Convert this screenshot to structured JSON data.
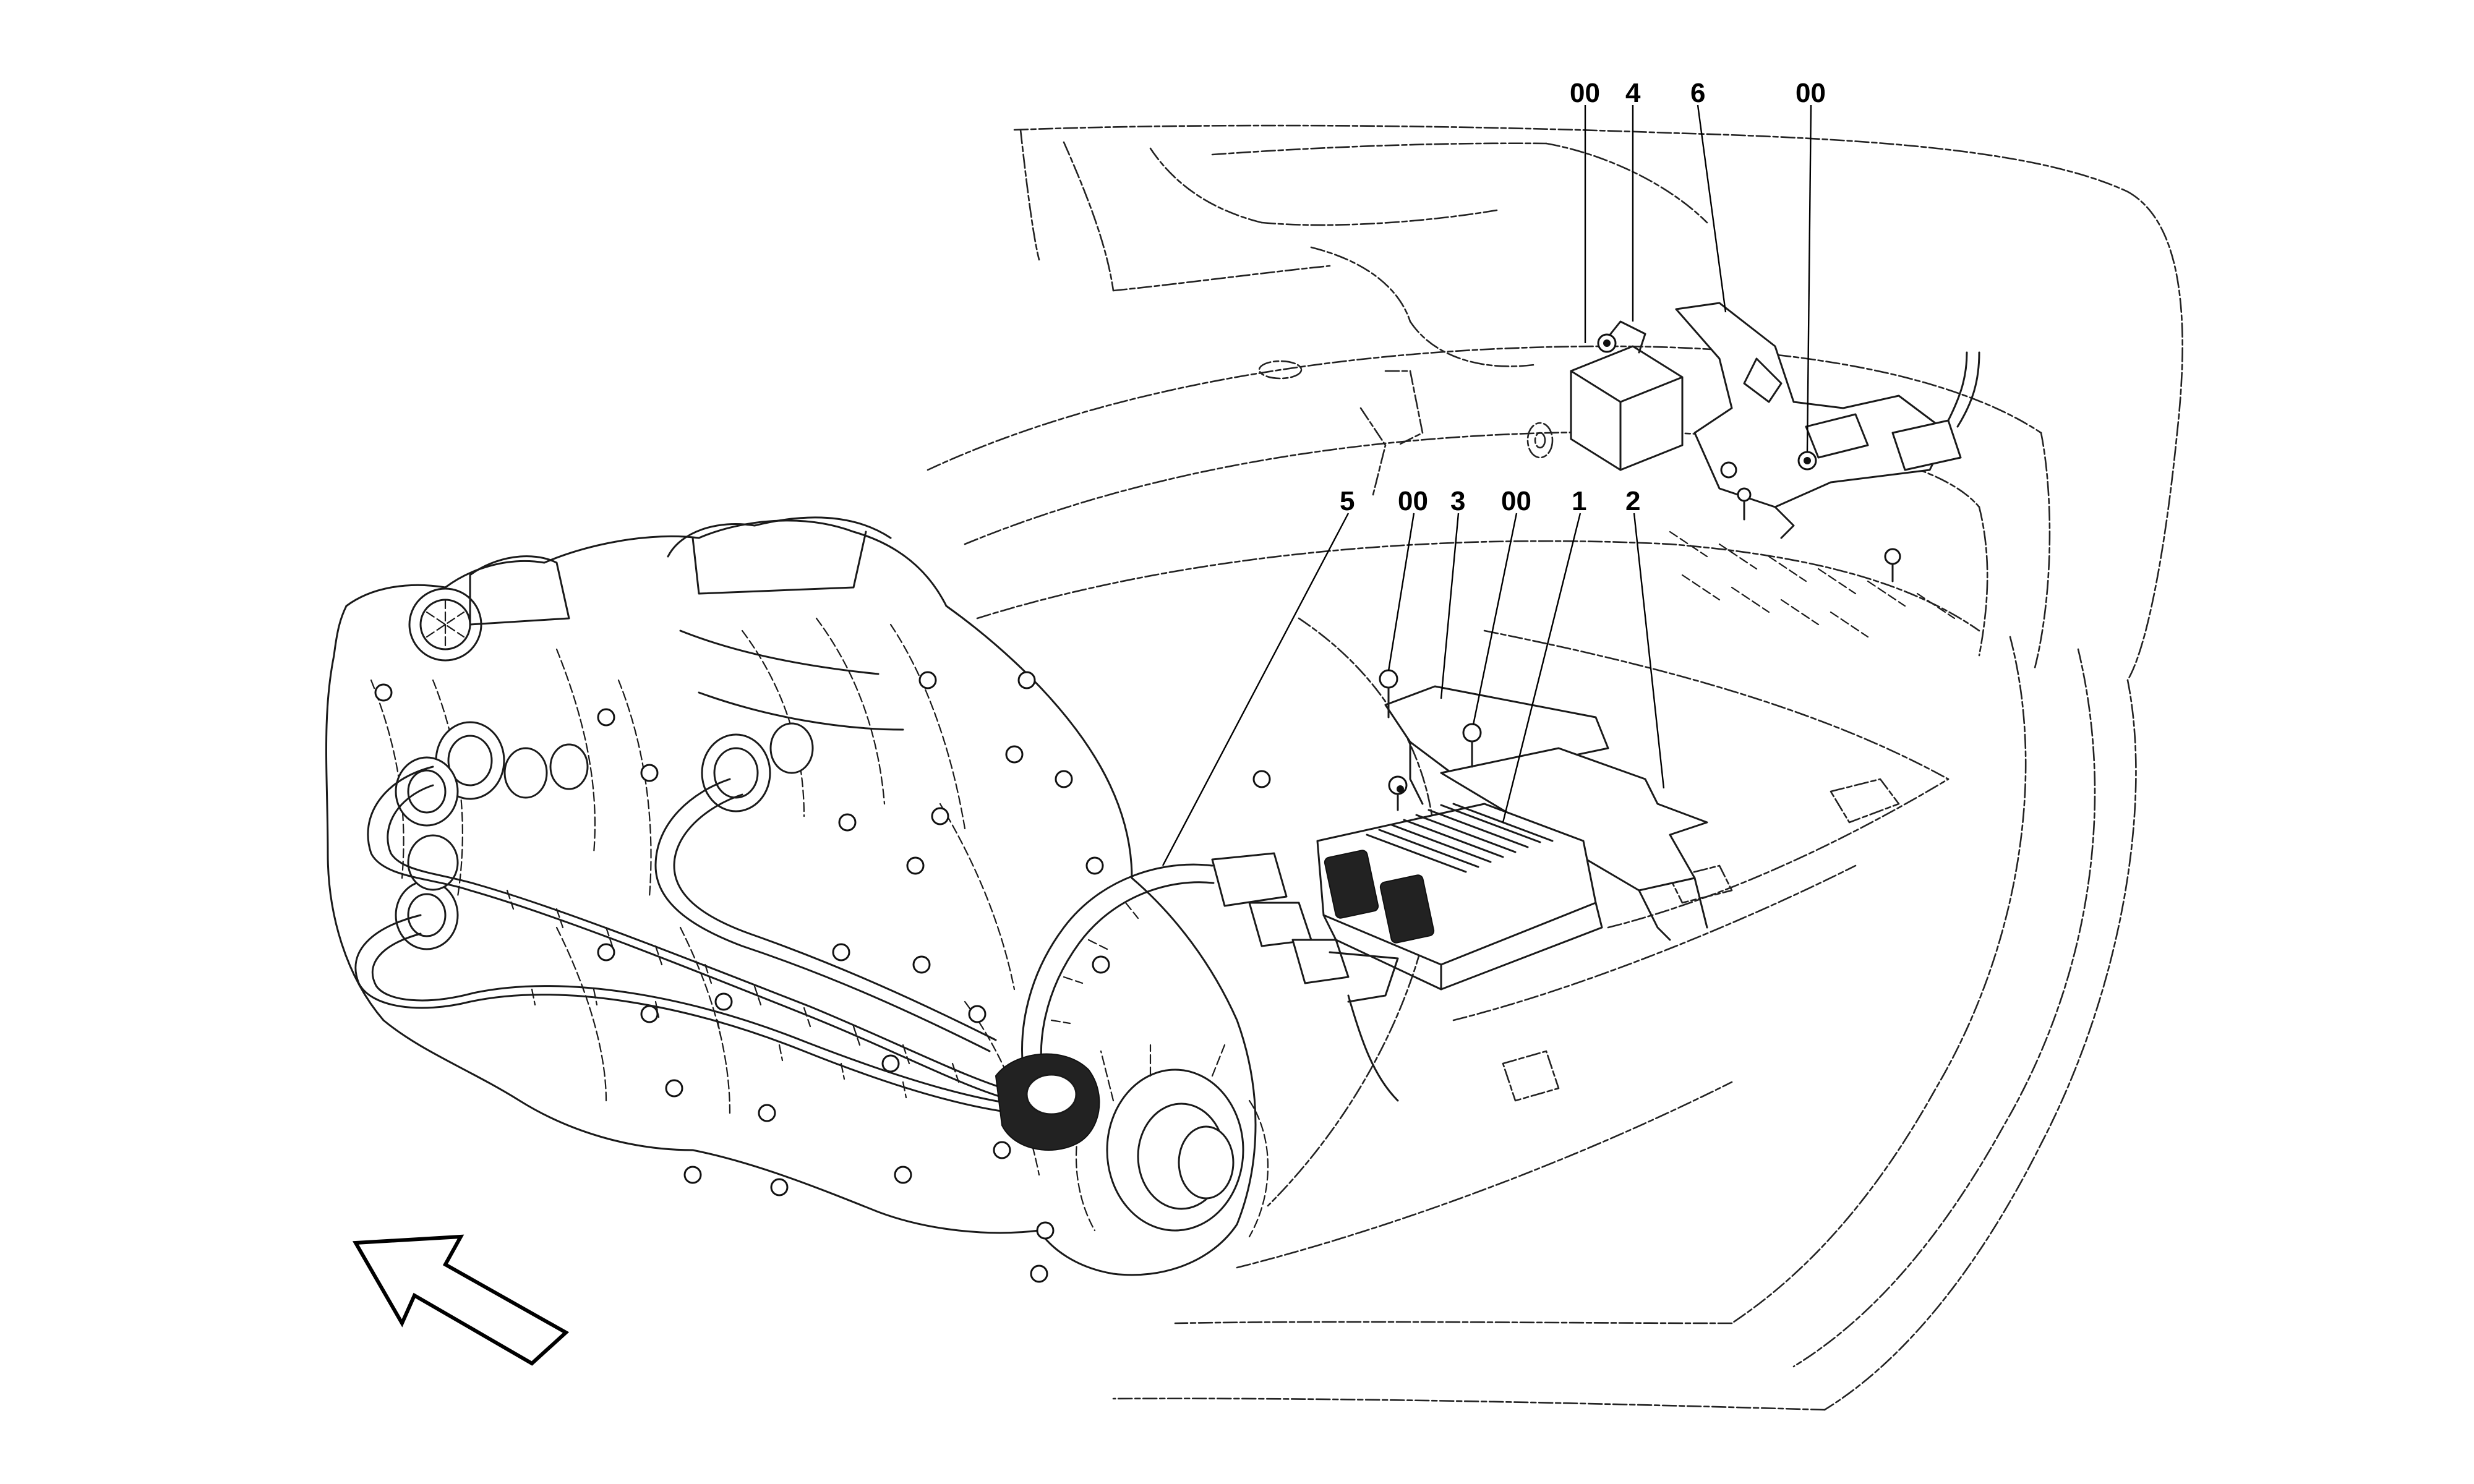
{
  "diagram": {
    "callouts": {
      "c_00_top_left": "00",
      "c_4": "4",
      "c_6": "6",
      "c_00_top_right": "00",
      "c_5": "5",
      "c_00_mid_left": "00",
      "c_3": "3",
      "c_00_mid_right": "00",
      "c_1": "1",
      "c_2": "2"
    }
  }
}
